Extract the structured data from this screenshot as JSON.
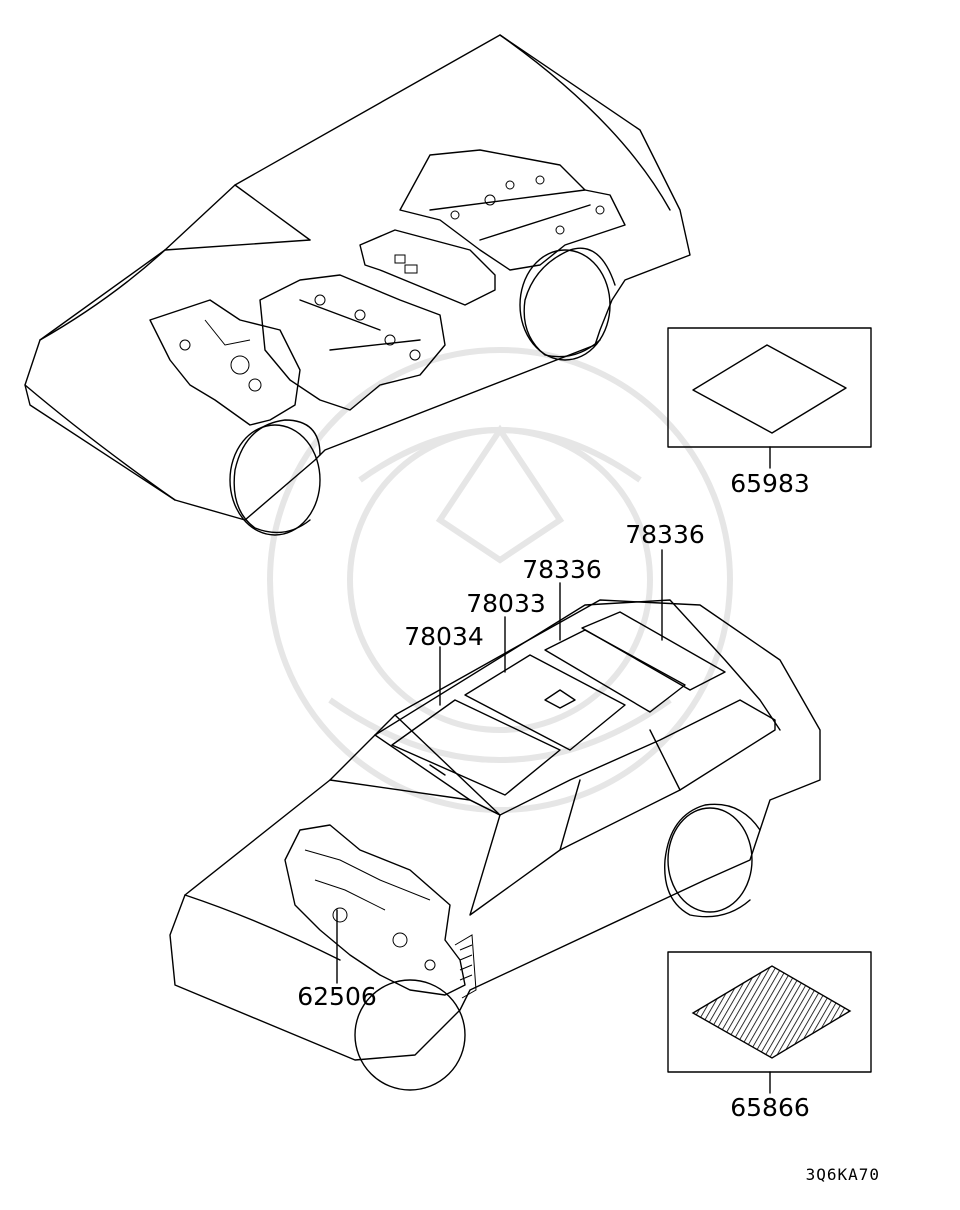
{
  "diagram": {
    "labels": {
      "p65983": "65983",
      "p78336a": "78336",
      "p78336b": "78336",
      "p78033": "78033",
      "p78034": "78034",
      "p62506": "62506",
      "p65866": "65866"
    },
    "diagram_code": "3Q6KA70"
  },
  "colors": {
    "line": "#000000",
    "background": "#ffffff",
    "watermark": "#e6e6e6"
  }
}
